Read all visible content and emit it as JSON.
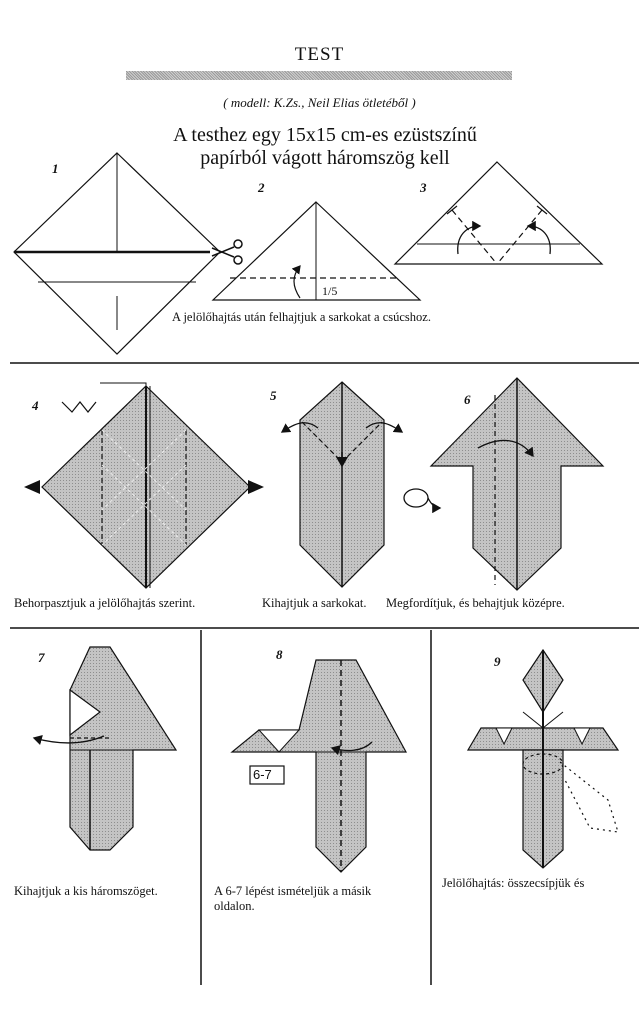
{
  "header": {
    "title": "TEST",
    "credit": "( modell: K.Zs., Neil Elias ötletéből )",
    "intro_line1": "A testhez egy 15x15 cm-es ezüstszínű",
    "intro_line2": "papírból vágott háromszög kell"
  },
  "steps": [
    {
      "num": "1"
    },
    {
      "num": "2",
      "label": "1/5"
    },
    {
      "num": "3"
    },
    {
      "num": "4"
    },
    {
      "num": "5"
    },
    {
      "num": "6"
    },
    {
      "num": "7"
    },
    {
      "num": "8",
      "label": "6-7"
    },
    {
      "num": "9"
    }
  ],
  "captions": {
    "row1": "A jelölőhajtás után felhajtjuk a sarkokat a csúcshoz.",
    "step4": "Behorpasztjuk a jelölőhajtás szerint.",
    "step5": "Kihajtjuk a sarkokat.",
    "step6": "Megfordítjuk, és behajtjuk középre.",
    "step7": "Kihajtjuk a kis háromszöget.",
    "step8_line1": "A 6-7 lépést ismételjük a másik",
    "step8_line2": "oldalon.",
    "step9": "Jelölőhajtás: összecsípjük és"
  },
  "colors": {
    "paper_gray": "#bcbcbc",
    "line": "#111111"
  }
}
